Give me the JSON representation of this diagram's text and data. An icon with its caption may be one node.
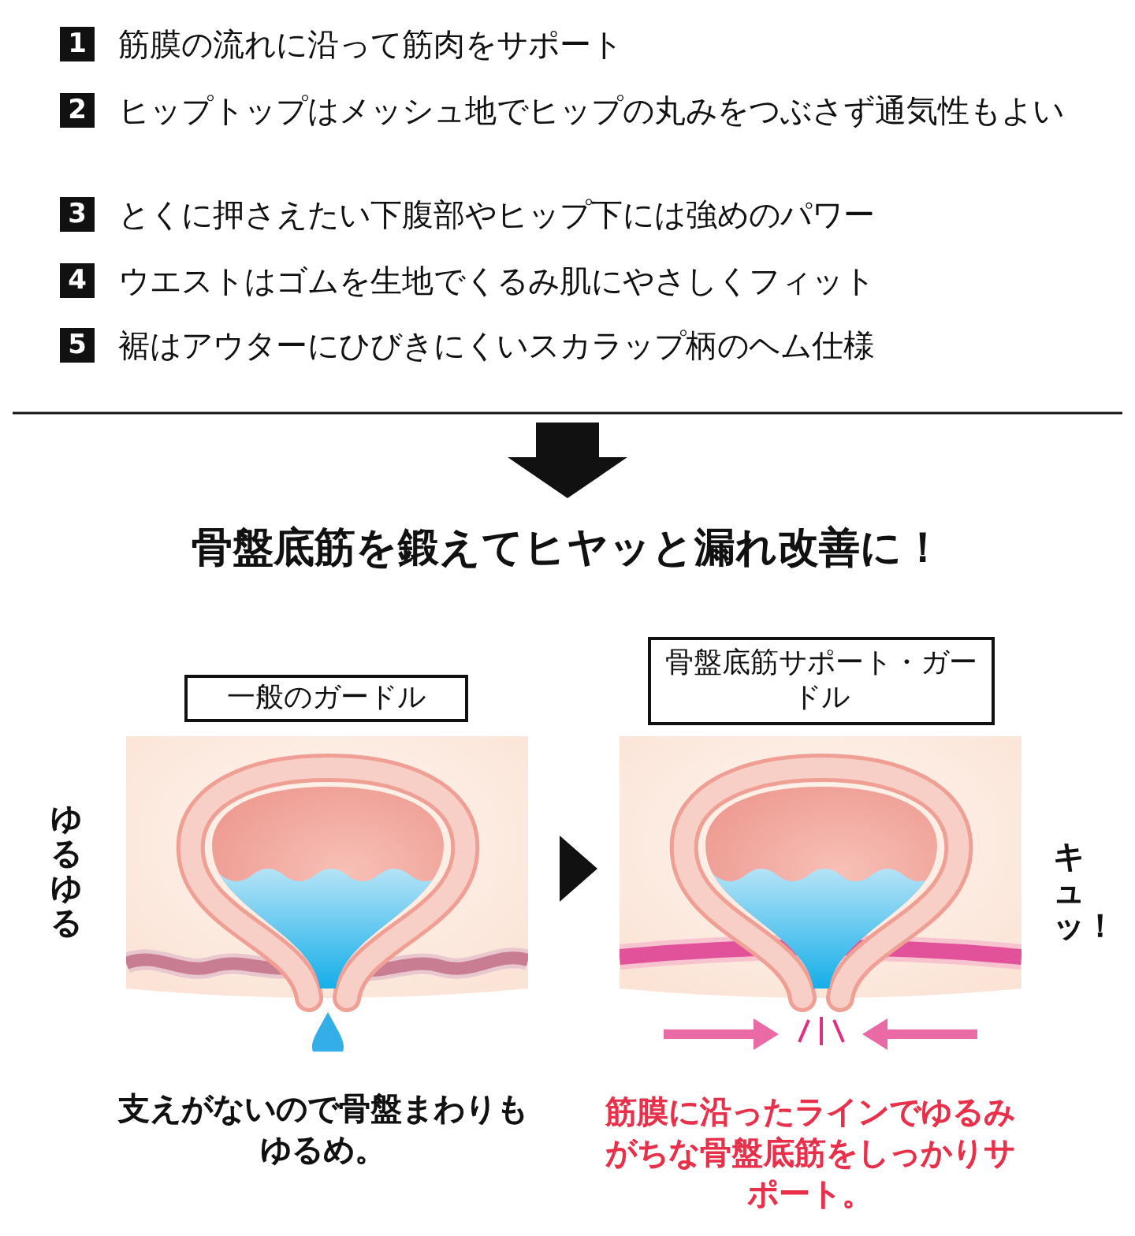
{
  "diagram": {
    "title": "骨盤底筋を鍛えてヒヤッと漏れ改善に！",
    "nodes": [
      {
        "text": [
          "一般のガードル"
        ]
      },
      {
        "text": [],
        "shape": "picture"
      },
      {
        "text": [
          "骨盤底筋サポート・ガードル"
        ]
      },
      {
        "text": [],
        "shape": "picture"
      }
    ],
    "edges": [
      {
        "from": 1,
        "to": 3,
        "arrow": "to"
      }
    ],
    "labels": [
      "1",
      "筋膜の流れに沿って筋肉をサポート",
      "2",
      "ヒップトップはメッシュ地でヒップの丸みをつぶさず通気性もよい",
      "3",
      "とくに押さえたい下腹部やヒップ下には強めのパワー",
      "4",
      "ウエストはゴムを生地でくるみ肌にやさしくフィット",
      "5",
      "裾はアウターにひびきにくいスカラップ柄のヘム仕様",
      "ゆるゆる",
      "キュッ！",
      "支えがないので骨盤まわりもゆるめ。",
      "筋膜に沿ったラインでゆるみがちな骨盤底筋をしっかりサポート。"
    ]
  }
}
